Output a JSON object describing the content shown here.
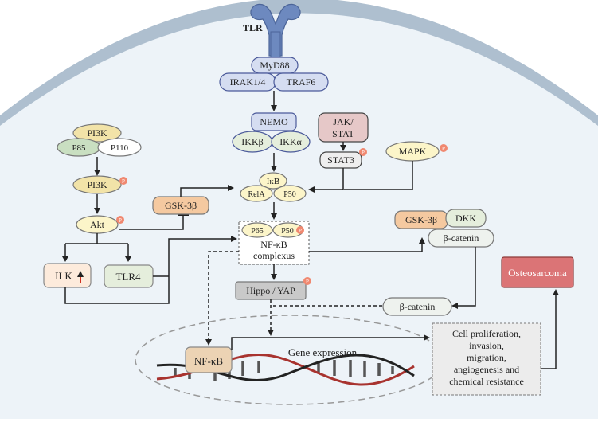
{
  "receptor": {
    "label": "TLR"
  },
  "adaptors": {
    "myd88": "MyD88",
    "irak": "IRAK1/4",
    "traf6": "TRAF6"
  },
  "ikk_complex": {
    "nemo": "NEMO",
    "ikkb": "IKKβ",
    "ikka": "IKKα"
  },
  "jak_stat": {
    "jak": "JAK/",
    "stat": "STAT",
    "stat3": "STAT3"
  },
  "mapk": {
    "label": "MAPK"
  },
  "pi3k_complex": {
    "pi3k": "PI3K",
    "p85": "P85",
    "p110": "P110"
  },
  "pi3k_phos": {
    "label": "PI3K"
  },
  "akt": {
    "label": "Akt"
  },
  "gsk_left": {
    "label": "GSK-3β"
  },
  "ikb_complex": {
    "ikb": "IκB",
    "rela": "RelA",
    "p50": "P50"
  },
  "nfkb_complex": {
    "p65": "P65",
    "p50": "P50",
    "line1": "NF-κB",
    "line2": "complexus"
  },
  "wnt": {
    "gsk": "GSK-3β",
    "dkk": "DKK",
    "bcat": "β-catenin"
  },
  "ilk": {
    "label": "ILK"
  },
  "tlr4": {
    "label": "TLR4"
  },
  "hippo": {
    "label": "Hippo / YAP"
  },
  "bcat_nuclear": {
    "label": "β-catenin"
  },
  "osteosarcoma": {
    "label": "Osteosarcoma"
  },
  "nfkb_dna": {
    "label": "NF-κB"
  },
  "gene_expression": {
    "label": "Gene expression"
  },
  "outcome": {
    "lines": [
      "Cell proliferation,",
      "invasion,",
      "migration,",
      "angiogenesis and",
      "chemical resistance"
    ]
  },
  "phospho_mark": {
    "label": "P"
  },
  "colors": {
    "membrane": "#aebfcf",
    "cytoplasm": "#edf3f8",
    "receptor": "#6d89bf",
    "adaptor": "#d5ddf1",
    "purple_stroke": "#4b5a9a",
    "pi3k_fill": "#f2e3a8",
    "p85_fill": "#c9dfc1",
    "yellow": "#fcf5c9",
    "orange": "#f5c9a0",
    "pink": "#e6c8c8",
    "green": "#e5eedc",
    "grey": "#c9c9c9",
    "red": "#db7476",
    "phospho": "#f08870",
    "dna_red": "#a8332f"
  }
}
